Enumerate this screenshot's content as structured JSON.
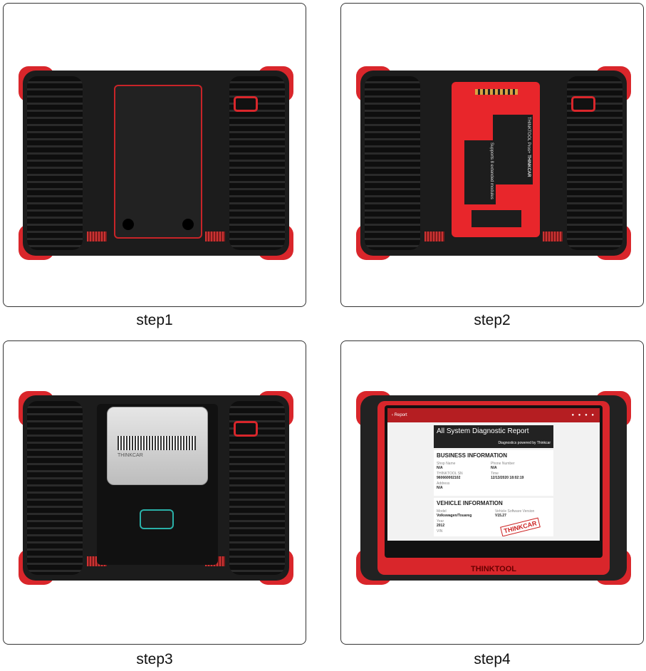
{
  "steps": [
    {
      "label": "step1"
    },
    {
      "label": "step2"
    },
    {
      "label": "step3"
    },
    {
      "label": "step4"
    }
  ],
  "step2_module": {
    "brand": "THINKCAR",
    "model": "THINKTOOL Pros+",
    "modules_label": "Supports 8 extended modules"
  },
  "step3_printer": {
    "paper_text": "THINKCAR"
  },
  "step4_screen": {
    "back_label": "Report",
    "report_title": "All System Diagnostic Report",
    "powered_by": "Diagnostics powered by Thinkcar",
    "business": {
      "heading": "BUSINESS INFORMATION",
      "fields": [
        {
          "label": "Shop Name",
          "value": "N/A"
        },
        {
          "label": "Phone Number",
          "value": "N/A"
        },
        {
          "label": "THINKTOOL SN",
          "value": "960660002102"
        },
        {
          "label": "Time",
          "value": "12/13/2020 18:02:19"
        },
        {
          "label": "Address",
          "value": "N/A"
        }
      ]
    },
    "vehicle": {
      "heading": "VEHICLE INFORMATION",
      "fields": [
        {
          "label": "Model",
          "value": "Volkswagen/Touareg"
        },
        {
          "label": "Vehicle Software Version",
          "value": "V15.27"
        },
        {
          "label": "Year",
          "value": "2012"
        },
        {
          "label": "VIN",
          "value": ""
        }
      ]
    },
    "stamp": "THINKCAR",
    "bezel_brand": "THINKTOOL"
  },
  "colors": {
    "accent": "#d9262b",
    "body": "#1c1c1c"
  }
}
